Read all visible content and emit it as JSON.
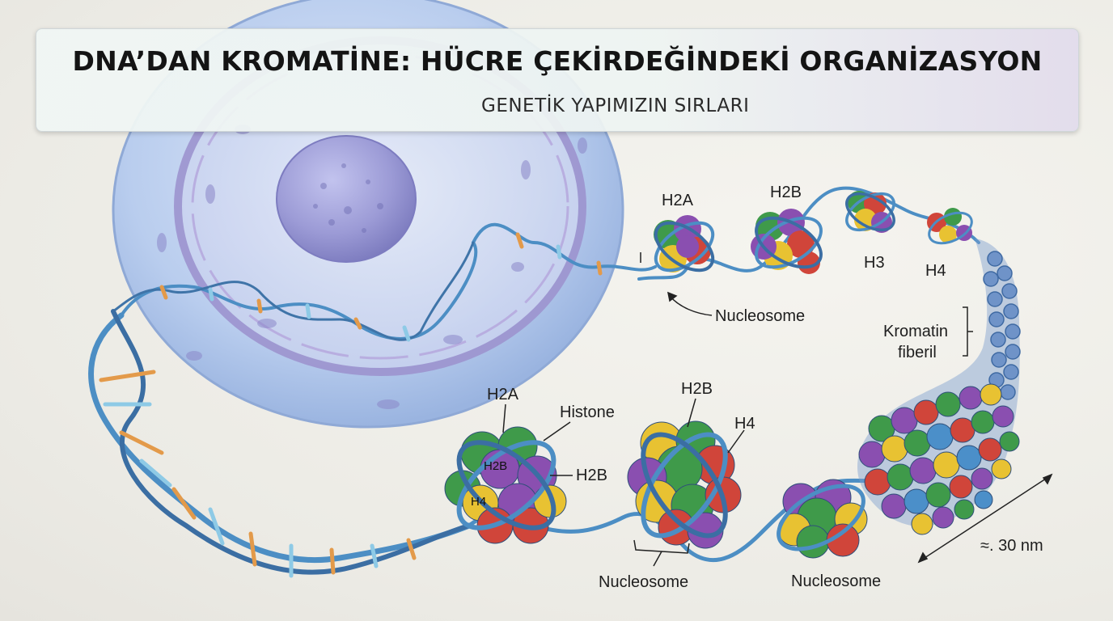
{
  "header": {
    "title": "DNA’DAN KROMATİNE: HÜCRE ÇEKİRDEĞİNDEKİ ORGANİZASYON",
    "subtitle": "GENETİK YAPIMIZIN SIRLARI"
  },
  "labels": {
    "h2a_top": "H2A",
    "h2b_top": "H2B",
    "h3_top": "H3",
    "h4_top": "H4",
    "nucleosome_top": "Nucleosome",
    "kromatin_line1": "Kromatin",
    "kromatin_line2": "fiberil",
    "h2a_bottom": "H2A",
    "histone": "Histone",
    "h2b_inner": "H2B",
    "h4_inner": "H4",
    "h2b_side": "H2B",
    "h2b_bottom": "H2B",
    "h4_bottom": "H4",
    "nucleosome_bottom_left": "Nucleosome",
    "nucleosome_bottom_right": "Nucleosome",
    "scale": "≈. 30 nm"
  },
  "colors": {
    "histone_green": "#3f9a4a",
    "histone_purple": "#8a4fb0",
    "histone_yellow": "#e8c232",
    "histone_red": "#d0453a",
    "histone_blue": "#4b8fc9",
    "dna_strand": "#4c8ec4",
    "cell_membrane": "#a9c3e6",
    "nucleus": "#9c9bd6"
  }
}
